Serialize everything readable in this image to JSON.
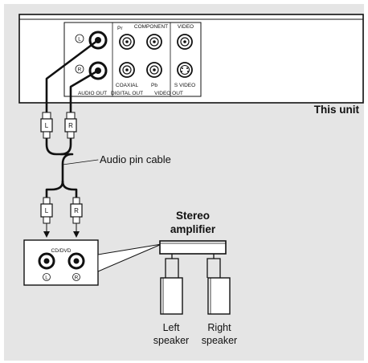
{
  "unit": {
    "title": "This unit",
    "audio_out_label": "AUDIO OUT",
    "channel_left": "L",
    "channel_right": "R",
    "component_label": "COMPONENT",
    "video_label": "VIDEO",
    "pr_label": "Pr",
    "pb_label": "Pb",
    "coaxial_label": "COAXIAL",
    "digital_out_label": "DIGITAL OUT",
    "video_out_label": "VIDEO OUT",
    "svideo_label": "S VIDEO"
  },
  "cable": {
    "label": "Audio pin cable",
    "plug_left": "L",
    "plug_right": "R"
  },
  "amplifier": {
    "title_line1": "Stereo",
    "title_line2": "amplifier",
    "panel_label": "CD/DVD",
    "jack_left": "L",
    "jack_right": "R"
  },
  "speakers": {
    "left_line1": "Left",
    "left_line2": "speaker",
    "right_line1": "Right",
    "right_line2": "speaker"
  }
}
